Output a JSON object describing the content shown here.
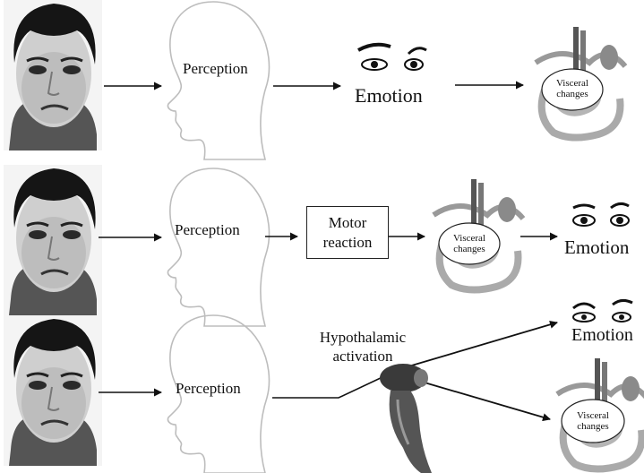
{
  "rows": [
    {
      "perception": "Perception",
      "emotion": "Emotion",
      "visceral": [
        "Visceral",
        "changes"
      ]
    },
    {
      "perception": "Perception",
      "motor": [
        "Motor",
        "reaction"
      ],
      "visceral": [
        "Visceral",
        "changes"
      ],
      "emotion": "Emotion"
    },
    {
      "perception": "Perception",
      "hypothalamic": [
        "Hypothalamic",
        "activation"
      ],
      "emotion": "Emotion",
      "visceral": [
        "Visceral",
        "changes"
      ]
    }
  ],
  "colors": {
    "line": "#111111",
    "outline": "#bdbdbd",
    "skin": "#d9d9d9",
    "hair": "#1a1a1a",
    "organ": "#9a9a9a",
    "brain": "#3a3a3a"
  },
  "icons": [
    "face-photo",
    "head-outline",
    "eyes-brows",
    "viscera",
    "brainstem"
  ]
}
